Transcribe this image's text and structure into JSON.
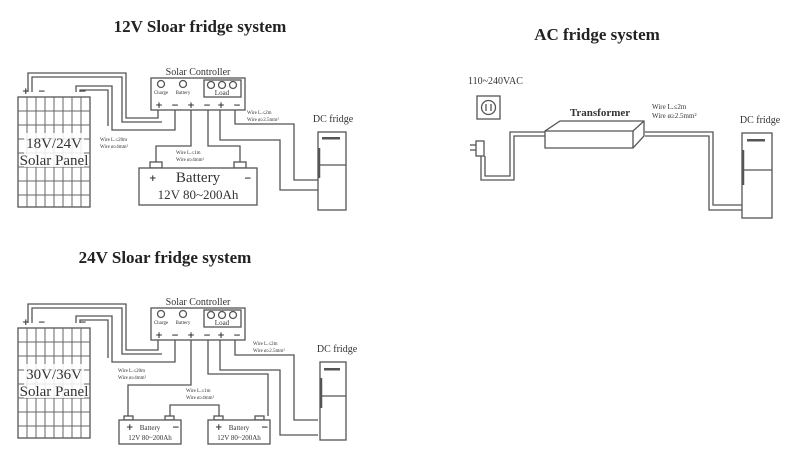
{
  "diagrams": {
    "twelve_v": {
      "title": "12V Sloar fridge system",
      "controller": {
        "label": "Solar Controller",
        "indicator_charge": "Charge",
        "indicator_battery": "Battery",
        "load_label": "Load",
        "terminals": [
          "+",
          "−",
          "+",
          "−",
          "+",
          "−"
        ]
      },
      "panel": {
        "voltage": "18V/24V",
        "label": "Solar Panel",
        "plus": "+",
        "minus": "−",
        "minus2": "−"
      },
      "panel_wire": {
        "length": "Wire L.≤20m",
        "gauge": "Wire ø≥4mm²"
      },
      "battery_wire": {
        "length": "Wire L.≤1m",
        "gauge": "Wire ø≥4mm²"
      },
      "fridge_wire": {
        "length": "Wire L.≤2m",
        "gauge": "Wire ø≥2.5mm²"
      },
      "battery": {
        "label": "Battery",
        "spec": "12V  80~200Ah",
        "plus": "+",
        "minus": "−"
      },
      "fridge": {
        "label": "DC fridge"
      }
    },
    "twenty_four_v": {
      "title": "24V Sloar fridge system",
      "controller": {
        "label": "Solar Controller",
        "indicator_charge": "Charge",
        "indicator_battery": "Battery",
        "load_label": "Load",
        "terminals": [
          "+",
          "−",
          "+",
          "−",
          "+",
          "−"
        ]
      },
      "panel": {
        "voltage": "30V/36V",
        "label": "Solar Panel",
        "plus": "+",
        "minus": "−",
        "minus2": "−"
      },
      "panel_wire": {
        "length": "Wire L.≤20m",
        "gauge": "Wire ø≥4mm²"
      },
      "battery_wire": {
        "length": "Wire L.≤1m",
        "gauge": "Wire ø≥4mm²"
      },
      "fridge_wire": {
        "length": "Wire L.≤2m",
        "gauge": "Wire ø≥2.5mm²"
      },
      "batteries": [
        {
          "label": "Battery",
          "spec": "12V  80~200Ah",
          "plus": "+",
          "minus": "−"
        },
        {
          "label": "Battery",
          "spec": "12V  80~200Ah",
          "plus": "+",
          "minus": "−"
        }
      ],
      "fridge": {
        "label": "DC fridge"
      }
    },
    "ac": {
      "title": "AC fridge system",
      "supply": "110~240VAC",
      "transformer": "Transformer",
      "fridge_wire": {
        "length": "Wire L.≤2m",
        "gauge": "Wire ø≥2.5mm²"
      },
      "fridge": {
        "label": "DC fridge"
      }
    }
  }
}
